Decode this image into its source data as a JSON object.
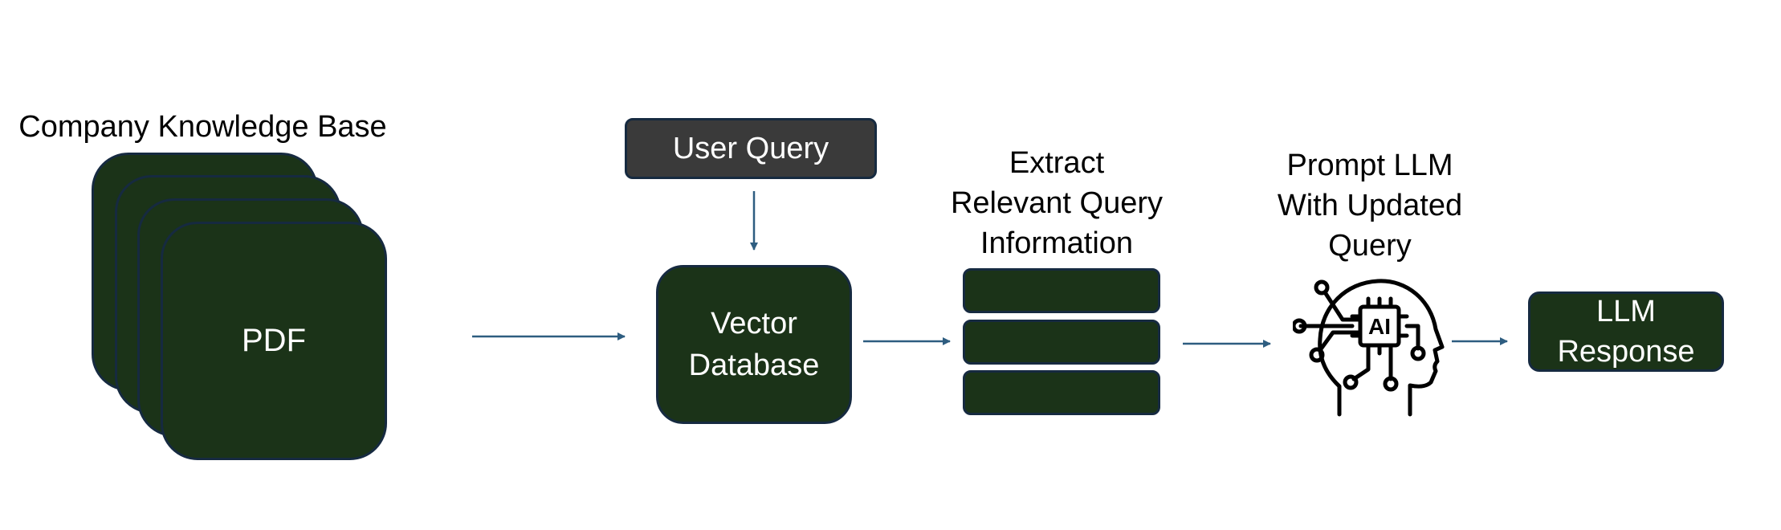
{
  "diagram": {
    "kb_label": "Company Knowledge Base",
    "pdf_label": "PDF",
    "user_query": "User Query",
    "vector_db": [
      "Vector",
      "Database"
    ],
    "extract_label": [
      "Extract",
      "Relevant Query",
      "Information"
    ],
    "prompt_label": [
      "Prompt LLM",
      "With Updated",
      "Query"
    ],
    "ai_icon_text": "AI",
    "llm_response": [
      "LLM",
      "Response"
    ]
  },
  "colors": {
    "node_fill": "#1b3318",
    "node_border": "#162a40",
    "query_fill": "#3a3a3a",
    "arrow": "#2e5d80"
  }
}
